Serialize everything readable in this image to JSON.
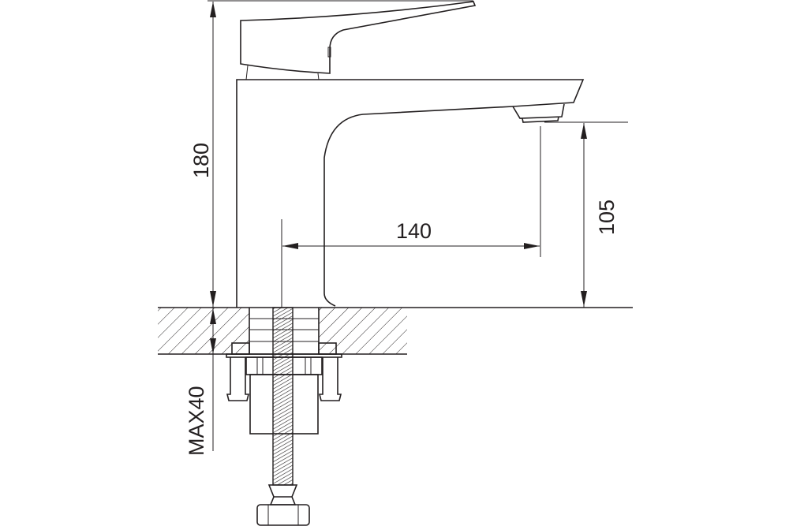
{
  "dimensions": {
    "total_height": "180",
    "spout_height": "105",
    "spout_reach": "140",
    "max_counter_thickness": "MAX40"
  },
  "colors": {
    "line": "#231f20",
    "background": "#ffffff"
  }
}
